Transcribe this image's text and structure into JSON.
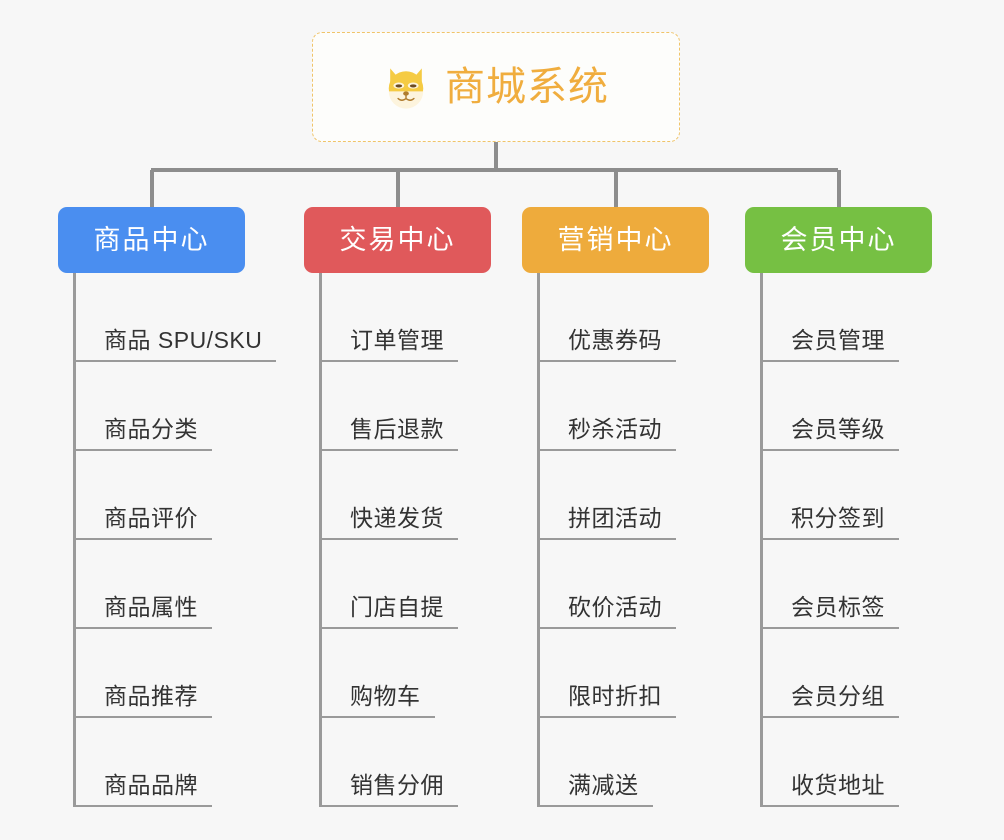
{
  "diagram": {
    "type": "org-chart",
    "background_color": "#f7f7f7",
    "connector_color": "#8d8d8d",
    "root": {
      "title": "商城系统",
      "icon": "shiba-dog-face-icon",
      "text_color": "#f0ad3e",
      "border_color": "#f0c469",
      "background_color": "#fdfdfb"
    },
    "columns": [
      {
        "label": "商品中心",
        "color": "#4a8ef0",
        "items": [
          "商品 SPU/SKU",
          "商品分类",
          "商品评价",
          "商品属性",
          "商品推荐",
          "商品品牌"
        ]
      },
      {
        "label": "交易中心",
        "color": "#e0595b",
        "items": [
          "订单管理",
          "售后退款",
          "快递发货",
          "门店自提",
          "购物车",
          "销售分佣"
        ]
      },
      {
        "label": "营销中心",
        "color": "#eeab3c",
        "items": [
          "优惠券码",
          "秒杀活动",
          "拼团活动",
          "砍价活动",
          "限时折扣",
          "满减送"
        ]
      },
      {
        "label": "会员中心",
        "color": "#76c043",
        "items": [
          "会员管理",
          "会员等级",
          "积分签到",
          "会员标签",
          "会员分组",
          "收货地址"
        ]
      }
    ]
  }
}
